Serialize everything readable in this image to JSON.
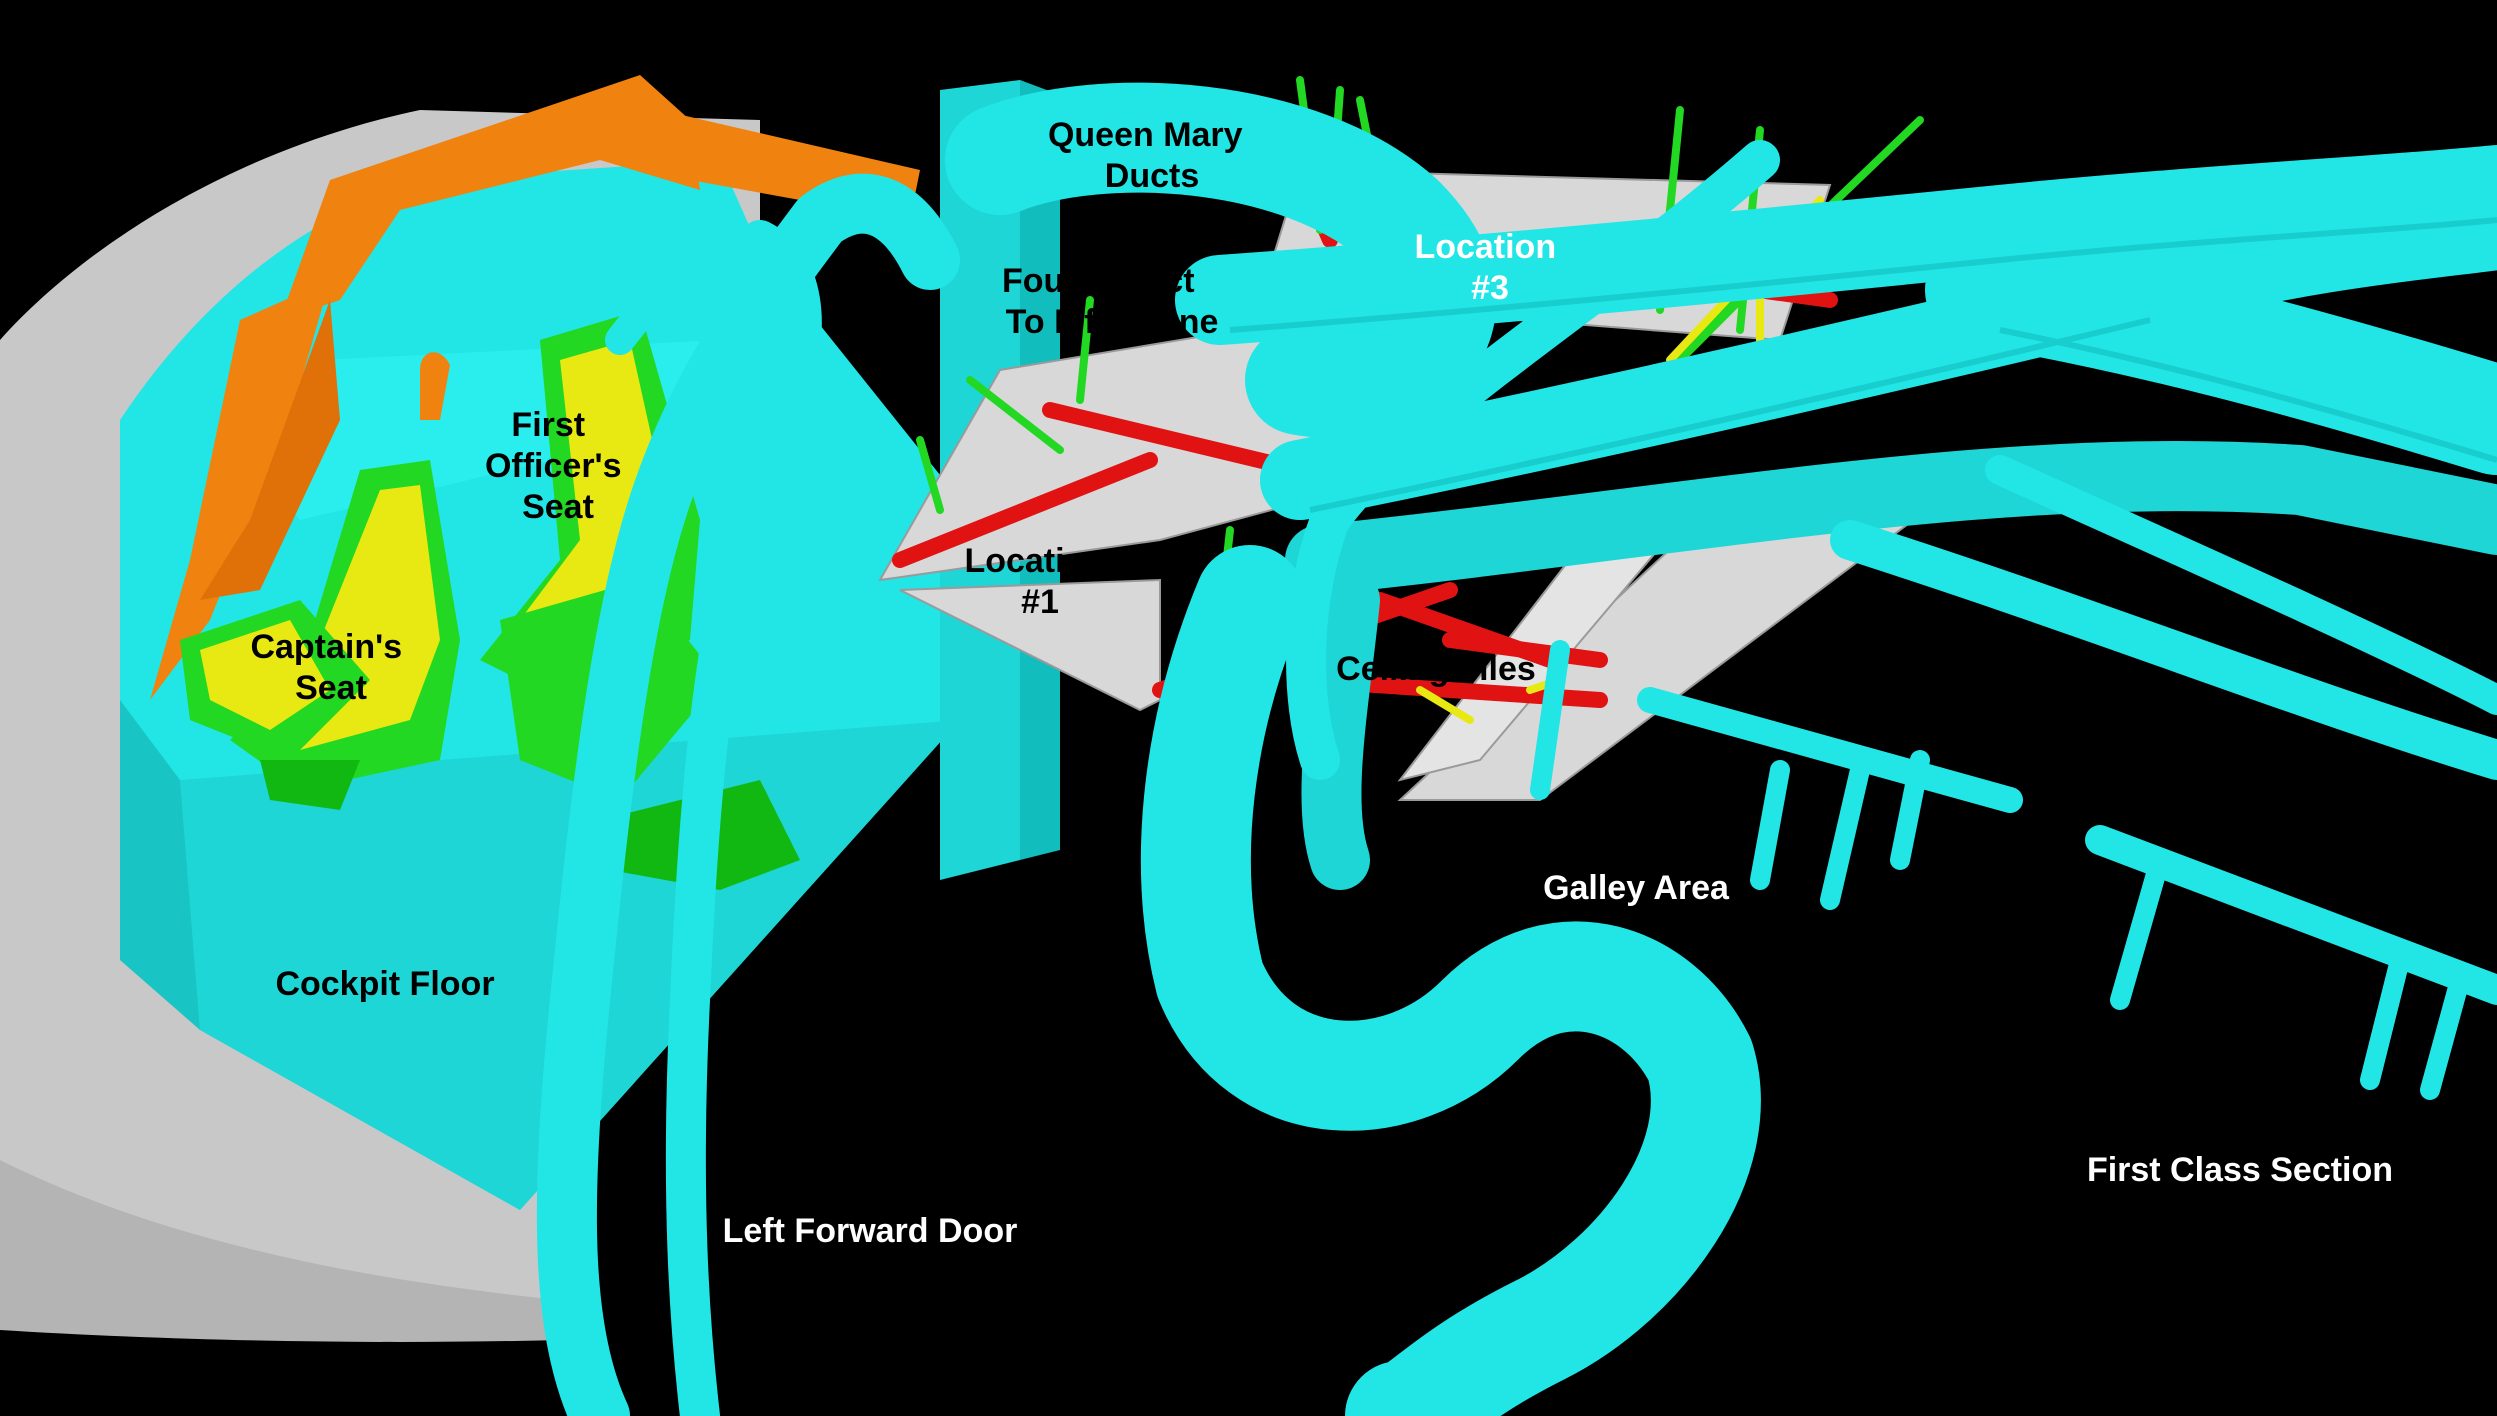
{
  "colors": {
    "background": "#000000",
    "duct": "#22E6E6",
    "duct_shadow": "#12BDBD",
    "fuselage": "#C8C8C8",
    "frame": "#F0820F",
    "seat_green": "#22D822",
    "seat_yellow": "#E8E812",
    "beam_red": "#E01212",
    "panel_gray": "#D8D8D8"
  },
  "labels": {
    "queen_mary_ducts": [
      "Queen Mary",
      "Ducts"
    ],
    "fourth_duct": [
      "Fourth Duct",
      "To Fifth Zone"
    ],
    "location_3": [
      "Location",
      "#3"
    ],
    "first_officers_seat": [
      "First",
      "Officer's",
      "Seat"
    ],
    "location_1": [
      "Location",
      "#1"
    ],
    "captains_seat": [
      "Captain's",
      "Seat"
    ],
    "ceiling_tiles": "Ceiling Tiles",
    "galley_area": "Galley Area",
    "cockpit_floor": "Cockpit Floor",
    "first_class_section": "First Class Section",
    "left_forward_door": "Left Forward Door"
  }
}
